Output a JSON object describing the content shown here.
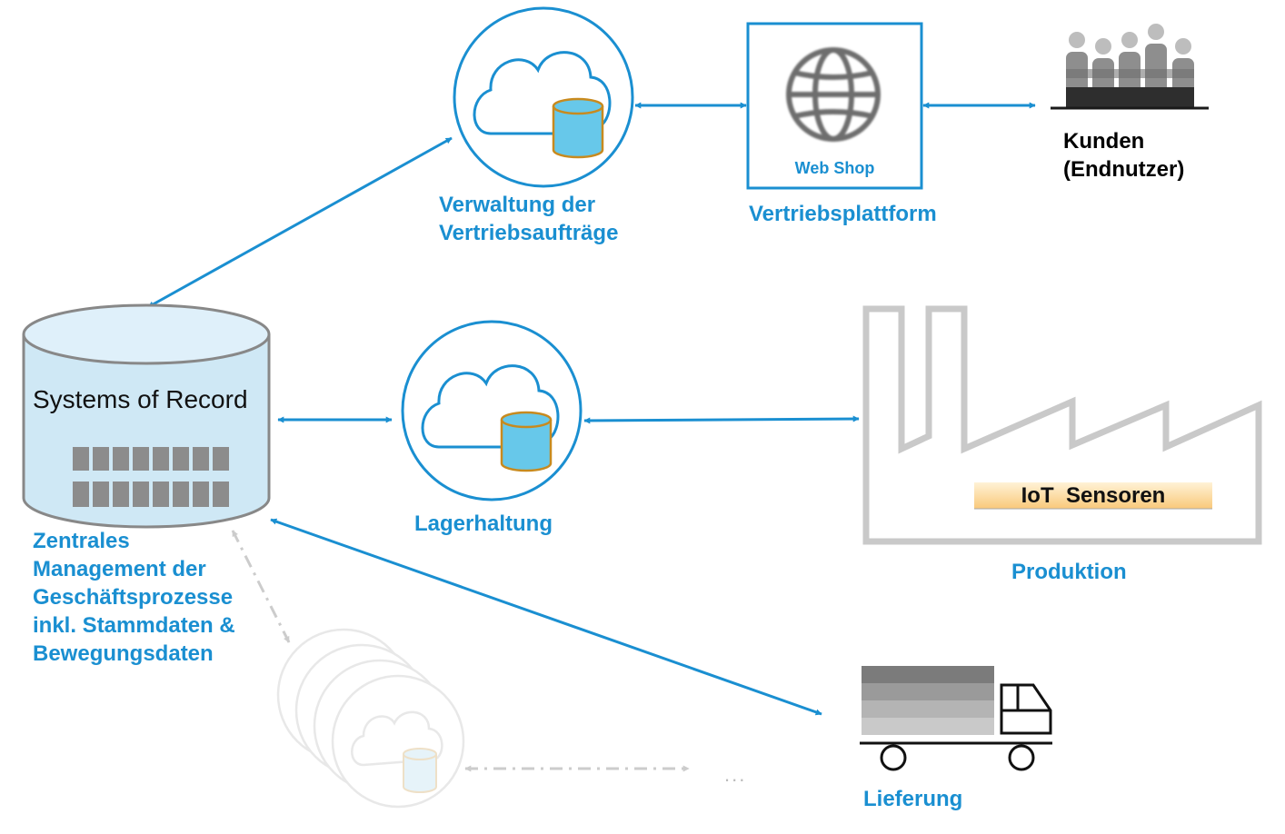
{
  "colors": {
    "accent": "#1a8fd1",
    "db_fill": "#cfe8f5",
    "db_top": "#dff0fa",
    "cylinder_small": "#67c8ea",
    "cylinder_small_border": "#c88a1e",
    "factory_outline": "#c9c9c9",
    "iot_bar": "#fbd28a",
    "faded": "#d5d5d5"
  },
  "nodes": {
    "systems_of_record": {
      "title": "Systems of Record",
      "caption": [
        "Zentrales",
        "Management der",
        "Geschäftsprozesse",
        "inkl. Stammdaten &",
        "Bewegungsdaten"
      ],
      "icon": "database-cylinder-icon"
    },
    "sales_orders": {
      "caption": [
        "Verwaltung der",
        "Vertriebsaufträge"
      ],
      "icon": "cloud-database-icon"
    },
    "sales_platform": {
      "inner_label": "Web Shop",
      "caption": "Vertriebsplattform",
      "icon": "globe-icon"
    },
    "customers": {
      "caption": [
        "Kunden",
        "(Endnutzer)"
      ],
      "icon": "people-group-icon"
    },
    "inventory": {
      "caption": "Lagerhaltung",
      "icon": "cloud-database-icon"
    },
    "production": {
      "caption": "Produktion",
      "sensor_label": "IoT  Sensoren",
      "icon": "factory-icon"
    },
    "delivery": {
      "caption": "Lieferung",
      "icon": "truck-icon"
    },
    "more_clouds": {
      "ellipsis": "...",
      "icon": "cloud-stack-icon"
    }
  }
}
